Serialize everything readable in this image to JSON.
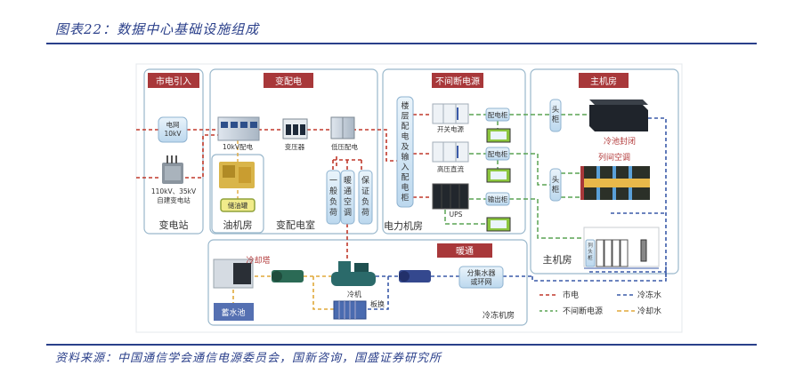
{
  "figure": {
    "title": "图表22：数据中心基础设施组成",
    "source": "资料来源：中国通信学会通信电源委员会，国新咨询，国盛证券研究所"
  },
  "colors": {
    "accent": "#2a3f8a",
    "header_red": "#a8383a",
    "mains_line": "#c0392b",
    "ups_line": "#5aa454",
    "chilled_water_line": "#3a5aa8",
    "cooling_water_line": "#e0a93a",
    "box_border": "#9ab8cc",
    "node_fill": "#cfe3f2"
  },
  "sections": {
    "mains_entry": {
      "header": "市电引入",
      "footer": "变电站"
    },
    "power_distribution": {
      "header": "变配电",
      "footer": "变配电室",
      "generator_room": "油机房"
    },
    "ups": {
      "header": "不间断电源",
      "footer": "电力机房"
    },
    "main_room": {
      "header": "主机房",
      "footer": "主机房"
    },
    "hvac": {
      "header": "暖通",
      "footer": "冷冻机房"
    }
  },
  "nodes": {
    "grid": "电网\n10kV",
    "grid_line1": "电网",
    "grid_line2": "10kV",
    "substation_line1": "110kV、35kV",
    "substation_line2": "自建变电站",
    "hv_dist": "10kV配电",
    "transformer": "变压器",
    "lv_dist": "低压配电",
    "fuel_tank": "储油罐",
    "load_general": "一般负荷",
    "load_hvac": "暖通空调",
    "load_critical": "保证负荷",
    "floor_dist": "楼层配电及输入配电柜",
    "switch_power": "开关电源",
    "hvdc": "高压直流",
    "ups": "UPS",
    "dist_cabinet_1": "配电柜",
    "dist_cabinet_2": "配电柜",
    "output_cabinet": "输出柜",
    "head_cabinet_1": "头柜",
    "head_cabinet_2": "头柜",
    "cold_aisle": "冷池封闭",
    "inrow_ac": "列间空调",
    "row_head_cabinet": "列头柜",
    "cooling_tower": "冷却塔",
    "water_pool": "蓄水池",
    "chiller": "冷机",
    "plate_hx": "板换",
    "manifold_line1": "分集水器",
    "manifold_line2": "或环网"
  },
  "legend": [
    {
      "label": "市电",
      "style": "mains"
    },
    {
      "label": "冷冻水",
      "style": "chilled"
    },
    {
      "label": "不间断电源",
      "style": "ups"
    },
    {
      "label": "冷却水",
      "style": "cooling"
    }
  ]
}
